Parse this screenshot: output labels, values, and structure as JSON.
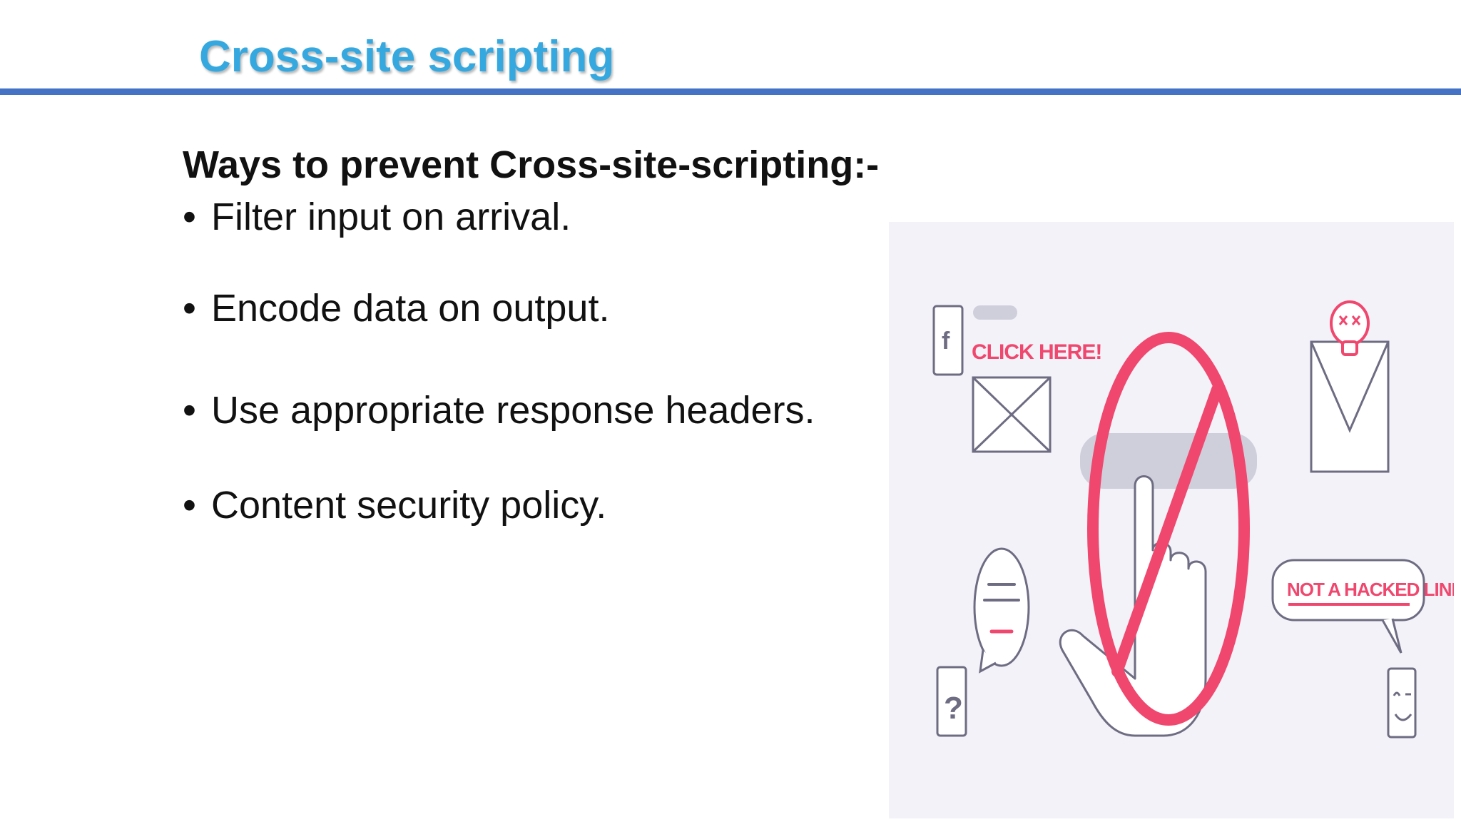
{
  "slide": {
    "title": "Cross-site scripting",
    "heading": "Ways to prevent Cross-site-scripting:-",
    "bullet_symbol": "•",
    "bullets": [
      "Filter input on arrival.",
      "Encode data on output.",
      "Use appropriate response headers.",
      "Content security policy."
    ]
  },
  "illustration": {
    "click_here_label": "CLICK HERE!",
    "hacked_link_label": "NOT A HACKED LINK!",
    "facebook_glyph": "f",
    "question_glyph": "?",
    "icons": [
      "facebook-icon",
      "envelope-icon",
      "prohibited-icon",
      "pointer-hand-icon",
      "skull-icon",
      "chat-bubble-icon",
      "question-icon",
      "wink-icon"
    ]
  },
  "colors": {
    "title": "#35a8e0",
    "rule": "#4472c4",
    "text": "#111111",
    "prohibit": "#f0476e",
    "illustration_bg": "#f3f2f8",
    "outline": "#6e6c82"
  }
}
